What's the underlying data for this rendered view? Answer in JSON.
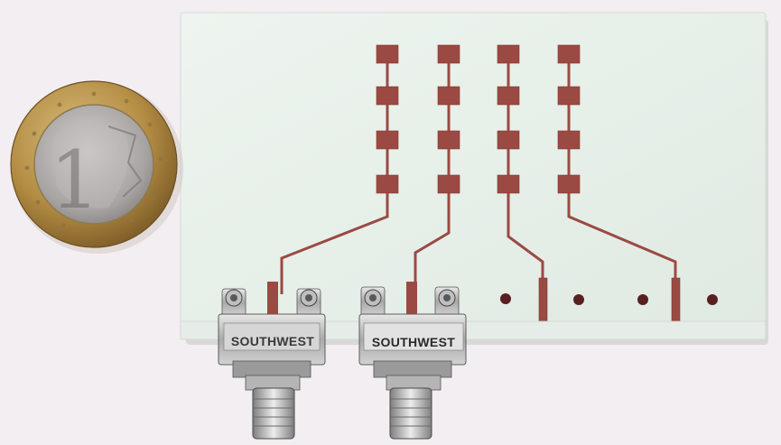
{
  "photo": {
    "coin": {
      "denomination": "1",
      "icon": "euro-coin-icon"
    },
    "connectors": [
      {
        "label": "SOUTHWEST"
      },
      {
        "label": "SOUTHWEST"
      }
    ],
    "board": {
      "antenna_columns": 4,
      "patches_per_column": 4,
      "mounting_holes": 4
    },
    "colors": {
      "background": "#f3eef1",
      "substrate": "#e8f1ea",
      "copper": "#9a4a42",
      "coin_outer": "#b8954a",
      "coin_inner": "#a9a7a5",
      "connector_body": "#c9c9c9"
    }
  }
}
